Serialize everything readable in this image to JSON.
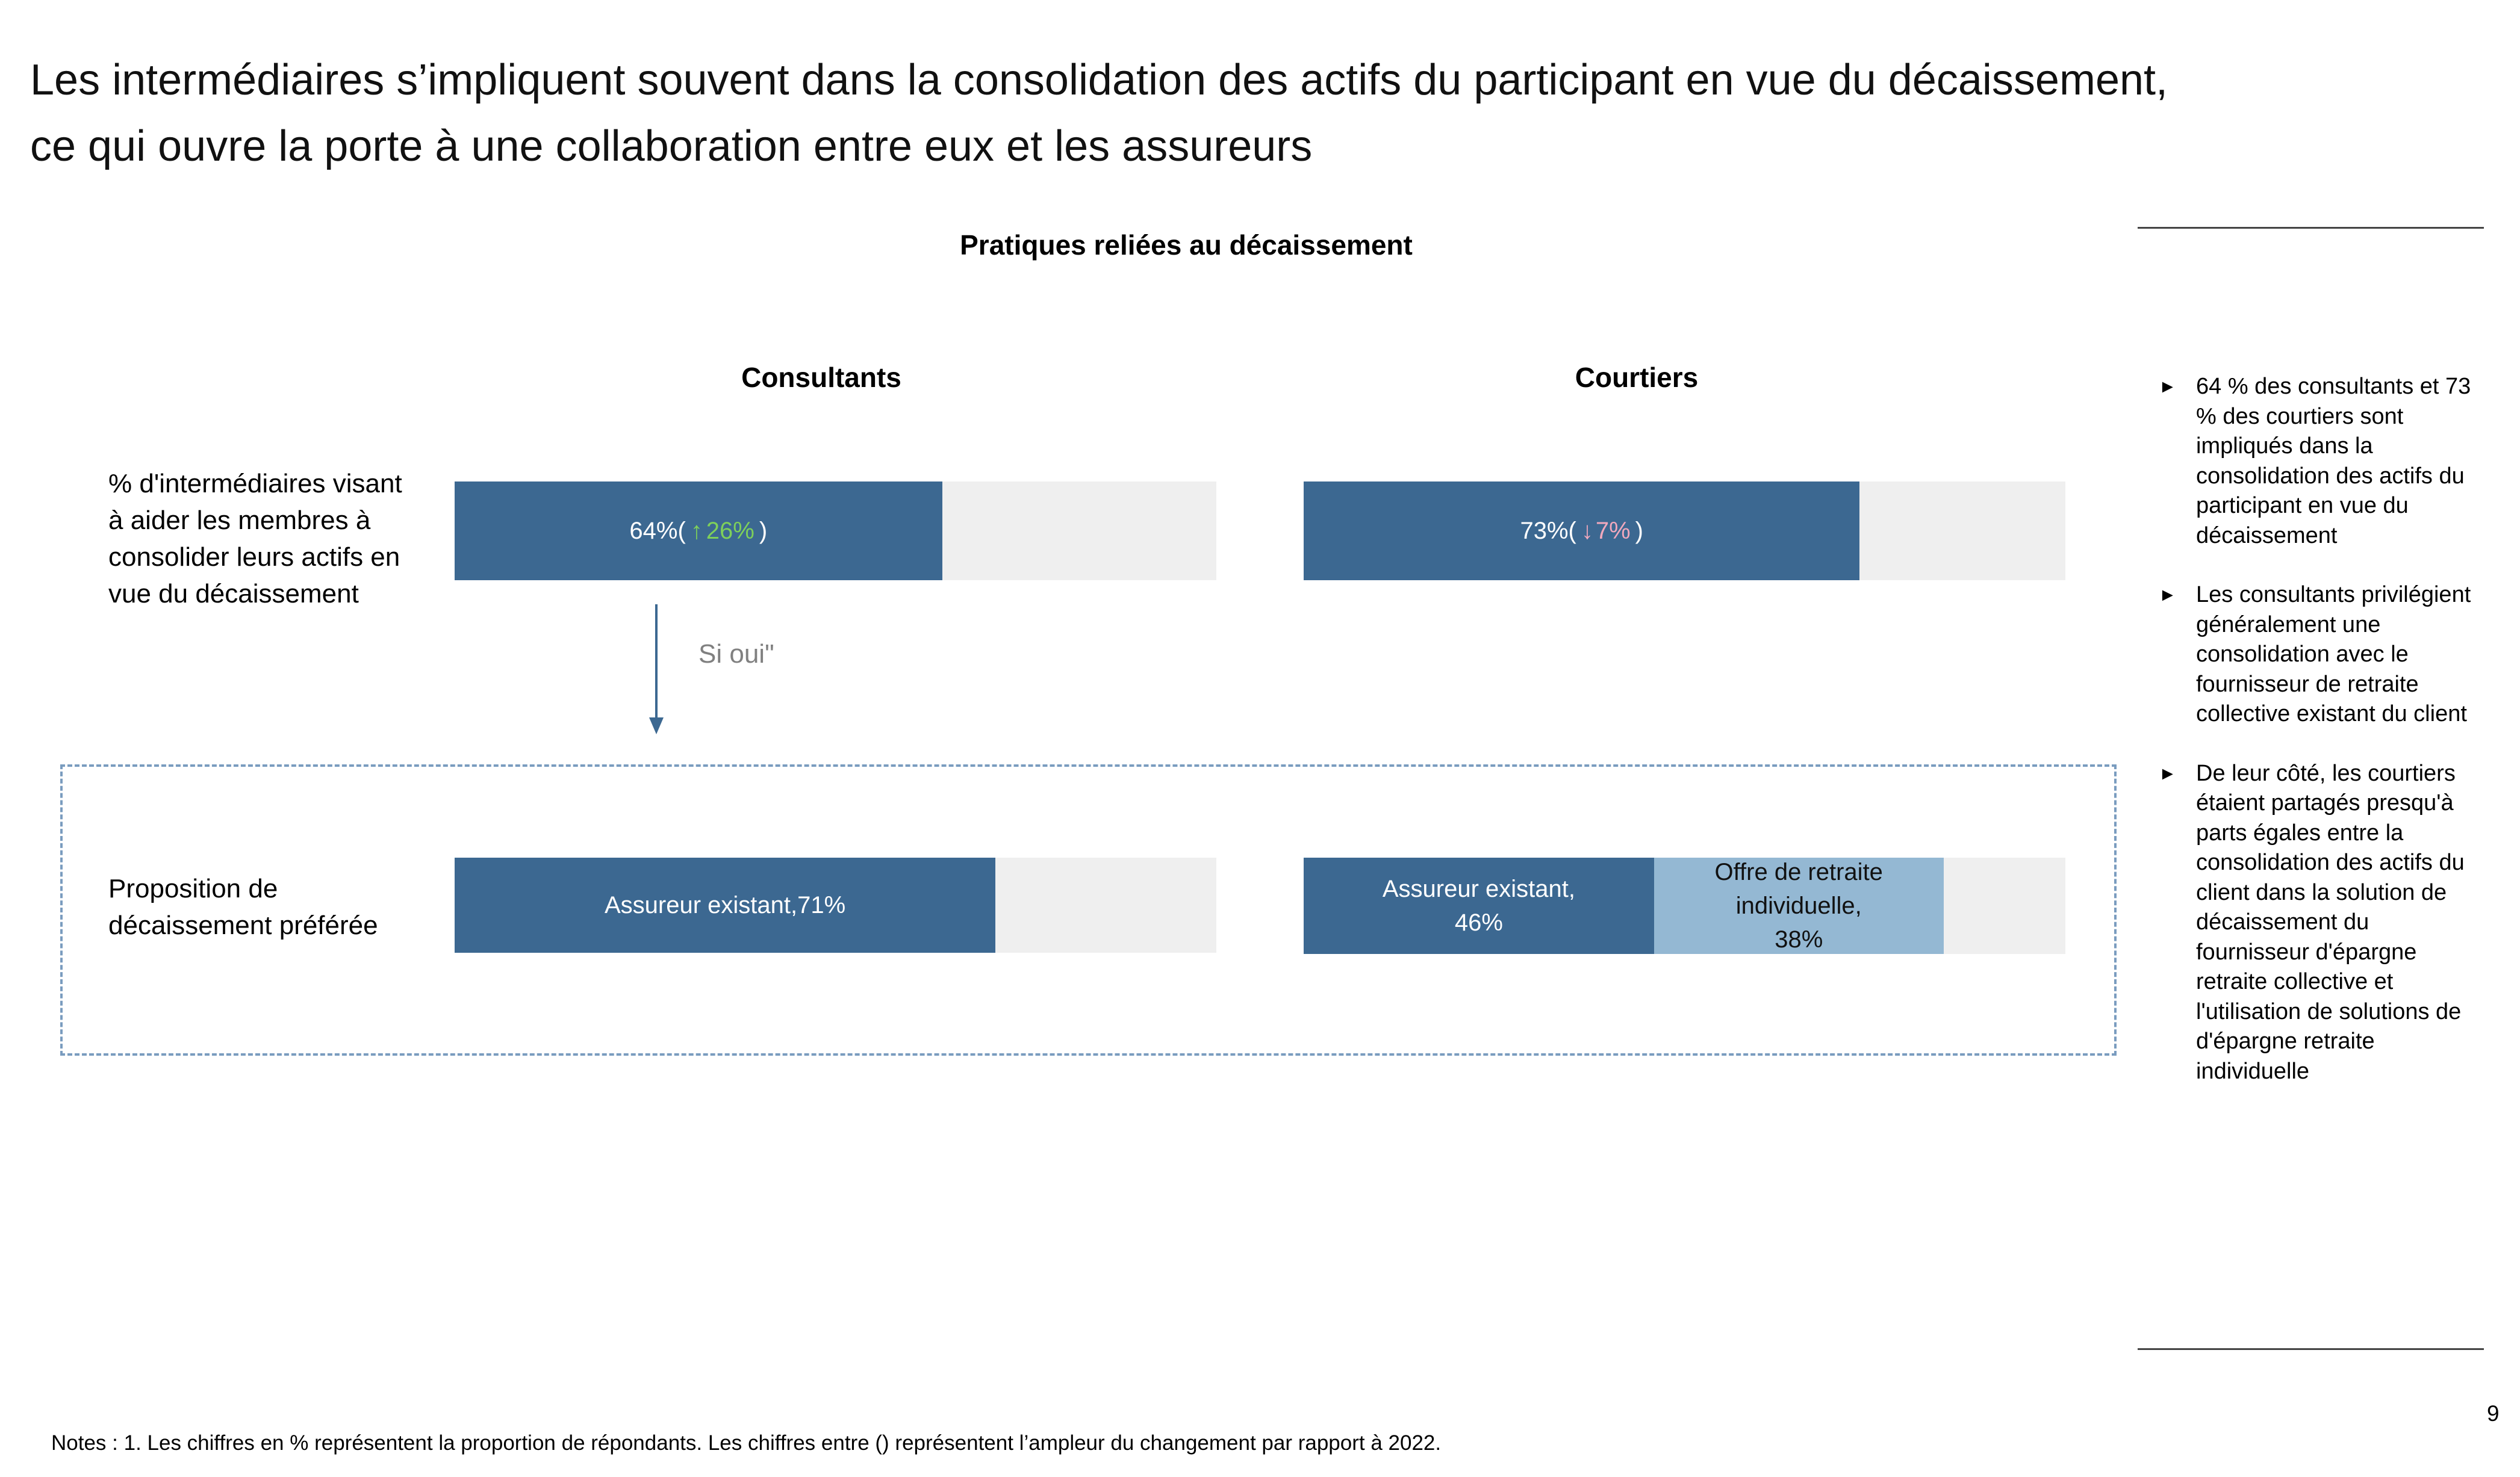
{
  "slide": {
    "title_line1": "Les intermédiaires s’impliquent souvent dans la consolidation des actifs du participant en vue du décaissement,",
    "title_line2": "ce qui ouvre la porte à une collaboration entre eux et les assureurs",
    "page_number": "9",
    "notes": "Notes : 1. Les chiffres en % représentent la proportion de répondants. Les chiffres entre () représentent l’ampleur du changement par rapport à 2022."
  },
  "chart_data": {
    "type": "bar",
    "orientation": "horizontal",
    "title": "Pratiques reliées au décaissement",
    "columns": [
      "Consultants",
      "Courtiers"
    ],
    "xlim": [
      0,
      100
    ],
    "flow_label": "Si oui\"",
    "rows": [
      {
        "label": "% d'intermédiaires visant à aider les membres à consolider leurs actifs en vue du décaissement",
        "label_lines": [
          "% d'intermédiaires visant",
          "à aider les membres à",
          "consolider leurs actifs en",
          "vue du décaissement"
        ],
        "bars": [
          {
            "group": "Consultants",
            "value": 64,
            "value_text": "64%(",
            "change": 26,
            "change_arrow": "↑",
            "change_text": "26%",
            "change_direction": "up",
            "close_text": ")"
          },
          {
            "group": "Courtiers",
            "value": 73,
            "value_text": "73%(",
            "change": -7,
            "change_arrow": "↓",
            "change_text": "7%",
            "change_direction": "down",
            "close_text": ")"
          }
        ]
      },
      {
        "label": "Proposition de décaissement préférée",
        "label_lines": [
          "Proposition de",
          "décaissement préférée"
        ],
        "bars": [
          {
            "group": "Consultants",
            "segments": [
              {
                "name": "Assureur existant",
                "value": 71,
                "label_lines": [
                  "Assureur existant,71%"
                ]
              }
            ]
          },
          {
            "group": "Courtiers",
            "segments": [
              {
                "name": "Assureur existant",
                "value": 46,
                "label_lines": [
                  "Assureur existant,",
                  "46%"
                ]
              },
              {
                "name": "Offre de retraite individuelle",
                "value": 38,
                "label_lines": [
                  "Offre de retraite",
                  "individuelle,",
                  "38%"
                ]
              }
            ]
          }
        ]
      }
    ],
    "colors": {
      "primary": "#3c6891",
      "secondary": "#94b8d3",
      "track": "#efefef",
      "increase": "#7ed05a",
      "decrease": "#f0a8bd",
      "dashed_border": "#7a9cbf"
    }
  },
  "sidebar": {
    "bullets": [
      "64 % des consultants et 73 % des courtiers sont impliqués dans la consolidation des actifs du participant en vue du décaissement",
      "Les consultants privilégient généralement une consolidation avec le fournisseur de retraite collective existant du client",
      "De leur côté, les courtiers étaient partagés presqu'à parts égales entre la consolidation des actifs du client dans la solution de décaissement du fournisseur d'épargne retraite collective et l'utilisation de solutions de d'épargne retraite individuelle"
    ],
    "bullet_icon": "triangle-right-icon"
  }
}
